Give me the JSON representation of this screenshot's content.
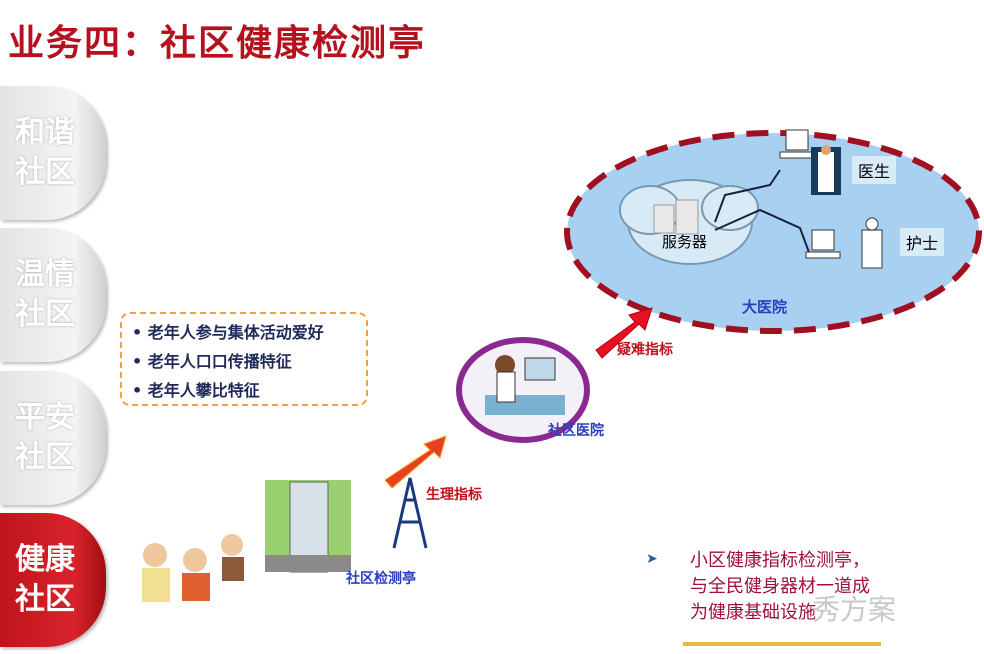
{
  "title": "业务四：社区健康检测亭",
  "tabs": [
    {
      "l1": "和谐",
      "l2": "社区"
    },
    {
      "l1": "温情",
      "l2": "社区"
    },
    {
      "l1": "平安",
      "l2": "社区"
    },
    {
      "l1": "健康",
      "l2": "社区"
    }
  ],
  "bullets": [
    "老年人参与集体活动爱好",
    "老年人口口传播特征",
    "老年人攀比特征"
  ],
  "labels": {
    "kiosk": "社区检测亭",
    "physio": "生理指标",
    "community_hospital": "社区医院",
    "difficult": "疑难指标",
    "big_hospital": "大医院",
    "server": "服务器",
    "doctor": "医生",
    "nurse": "护士"
  },
  "note": [
    "小区健康指标检测亭，",
    "与全民健身器材一道成",
    "为健康基础设施"
  ],
  "watermark": "秀方案",
  "colors": {
    "title": "#b3121e",
    "ellipse_fill": "#a8d0f0",
    "ellipse_border": "#a01020"
  }
}
